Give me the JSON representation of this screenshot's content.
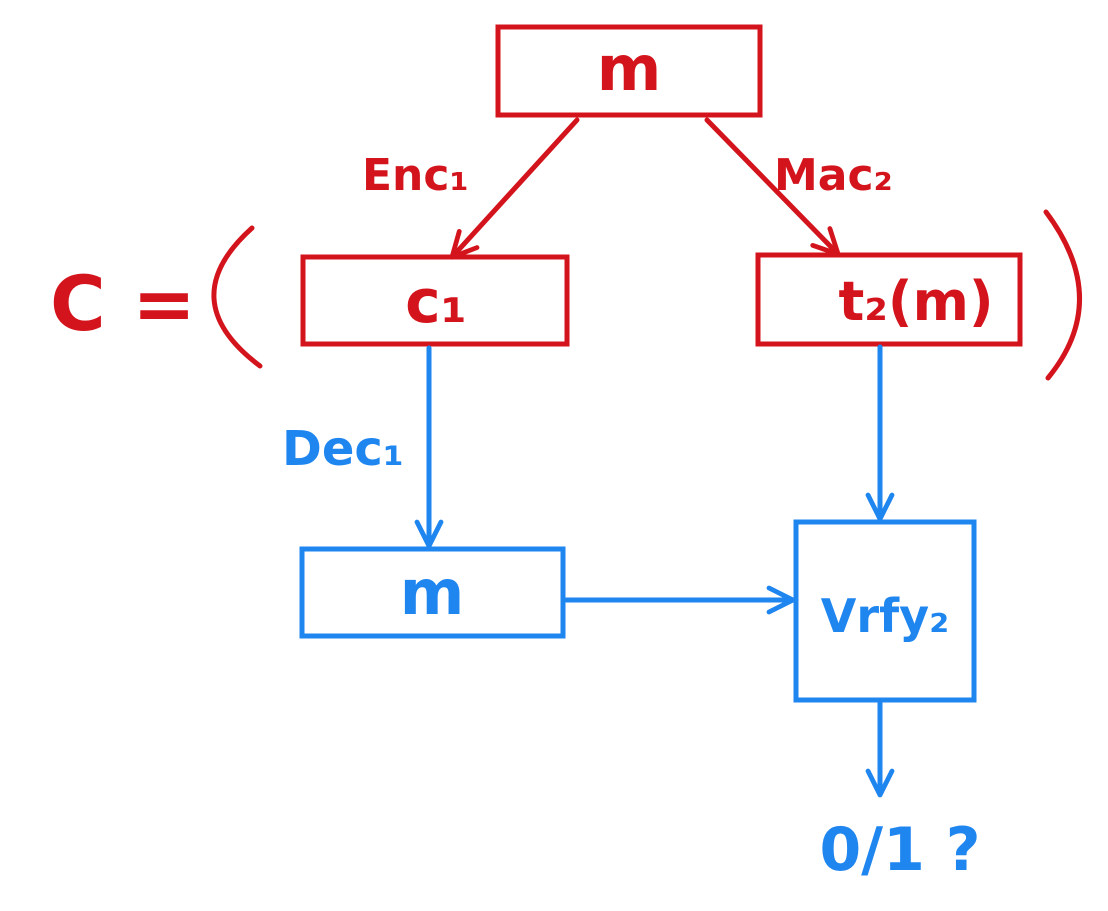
{
  "colors": {
    "encrypt": "#d4141c",
    "decrypt": "#1f86f0",
    "background": "#ffffff"
  },
  "top_box": {
    "label": "m"
  },
  "enc_label": "Enc₁",
  "mac_label": "Mac₂",
  "tuple_prefix": "C =",
  "ciphertext_box": {
    "label": "c₁"
  },
  "tag_box": {
    "label": "t₂(m)"
  },
  "dec_label": "Dec₁",
  "decrypted_box": {
    "label": "m"
  },
  "verify_box": {
    "label": "Vrfy₂"
  },
  "output_label": "0/1 ?"
}
